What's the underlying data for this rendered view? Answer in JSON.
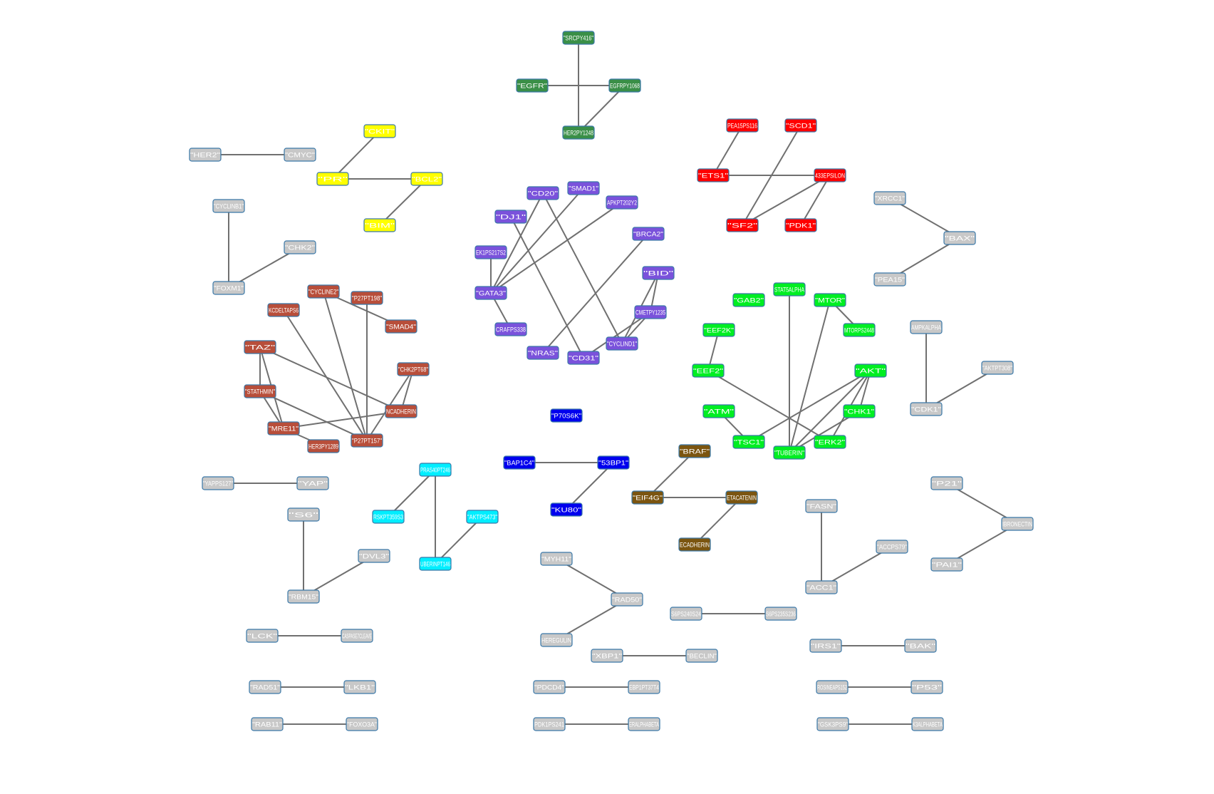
{
  "colors": {
    "green": "#3a8f47",
    "yellow": "#ffff00",
    "red": "#ff0000",
    "purple": "#7a52db",
    "rust": "#b84e3a",
    "lime": "#00ee22",
    "blue": "#0000ee",
    "cyan": "#00eeff",
    "brown": "#7b5510",
    "gray": "#c8c8c8",
    "edge": "#707070",
    "border": "#3a78a8"
  },
  "nodes": [
    {
      "id": "SRCPY416",
      "label": "\"SRCPY416\"",
      "color": "green"
    },
    {
      "id": "EGFR",
      "label": "\"EGFR\"",
      "color": "green"
    },
    {
      "id": "EGFRPY1068",
      "label": "EGFRPY1068",
      "color": "green"
    },
    {
      "id": "HER2PY1248",
      "label": "HER2PY1248",
      "color": "green"
    },
    {
      "id": "CKIT",
      "label": "\"CKIT\"",
      "color": "yellow"
    },
    {
      "id": "PR",
      "label": "\"PR\"",
      "color": "yellow"
    },
    {
      "id": "BCL2",
      "label": "\"BCL2\"",
      "color": "yellow"
    },
    {
      "id": "BIM",
      "label": "\"BIM\"",
      "color": "yellow"
    },
    {
      "id": "PEA15PS116",
      "label": "PEA15PS116",
      "color": "red"
    },
    {
      "id": "SCD1",
      "label": "\"SCD1\"",
      "color": "red"
    },
    {
      "id": "ETS1",
      "label": "\"ETS1\"",
      "color": "red"
    },
    {
      "id": "1433EPSILON",
      "label": "433EPSILON",
      "color": "red"
    },
    {
      "id": "SF2",
      "label": "\"SF2\"",
      "color": "red"
    },
    {
      "id": "PDK1",
      "label": "\"PDK1\"",
      "color": "red"
    },
    {
      "id": "HER2",
      "label": "\"HER2\"",
      "color": "gray"
    },
    {
      "id": "CMYC",
      "label": "\"CMYC\"",
      "color": "gray"
    },
    {
      "id": "CYCLINB1",
      "label": "\"CYCLINB1\"",
      "color": "gray"
    },
    {
      "id": "CHK2",
      "label": "\"CHK2\"",
      "color": "gray"
    },
    {
      "id": "FOXM1",
      "label": "\"FOXM1\"",
      "color": "gray"
    },
    {
      "id": "CD20",
      "label": "\"CD20\"",
      "color": "purple"
    },
    {
      "id": "SMAD1",
      "label": "\"SMAD1\"",
      "color": "purple"
    },
    {
      "id": "DJ1",
      "label": "\"DJ1\"",
      "color": "purple"
    },
    {
      "id": "APKPT202Y204",
      "label": "APKPT202Y2",
      "color": "purple"
    },
    {
      "id": "BRCA2",
      "label": "\"BRCA2\"",
      "color": "purple"
    },
    {
      "id": "MEK1PS217S221",
      "label": "EK1PS217S2",
      "color": "purple"
    },
    {
      "id": "BID",
      "label": "\"BID\"",
      "color": "purple"
    },
    {
      "id": "GATA3",
      "label": "\"GATA3\"",
      "color": "purple"
    },
    {
      "id": "CMETPY1235",
      "label": "CMETPY1235",
      "color": "purple"
    },
    {
      "id": "CRAFPS338",
      "label": "CRAFPS338",
      "color": "purple"
    },
    {
      "id": "CYCLIND1",
      "label": "\"CYCLIND1\"",
      "color": "purple"
    },
    {
      "id": "NRAS",
      "label": "\"NRAS\"",
      "color": "purple"
    },
    {
      "id": "CD31",
      "label": "\"CD31\"",
      "color": "purple"
    },
    {
      "id": "XRCC1",
      "label": "\"XRCC1\"",
      "color": "gray"
    },
    {
      "id": "BAX",
      "label": "\"BAX\"",
      "color": "gray"
    },
    {
      "id": "PEA15",
      "label": "\"PEA15\"",
      "color": "gray"
    },
    {
      "id": "CYCLINE2",
      "label": "\"CYCLINE2\"",
      "color": "rust"
    },
    {
      "id": "P27PT198",
      "label": "\"P27PT198\"",
      "color": "rust"
    },
    {
      "id": "PKCDELTAPS664",
      "label": "KCDELTAPS6",
      "color": "rust"
    },
    {
      "id": "SMAD4",
      "label": "\"SMAD4\"",
      "color": "rust"
    },
    {
      "id": "TAZ",
      "label": "\"TAZ\"",
      "color": "rust"
    },
    {
      "id": "CHK2PT68",
      "label": "\"CHK2PT68\"",
      "color": "rust"
    },
    {
      "id": "STATHMIN",
      "label": "\"STATHMIN\"",
      "color": "rust"
    },
    {
      "id": "NCADHERIN",
      "label": "NCADHERIN",
      "color": "rust"
    },
    {
      "id": "MRE11",
      "label": "\"MRE11\"",
      "color": "rust"
    },
    {
      "id": "HER3PY1289",
      "label": "HER3PY1289",
      "color": "rust"
    },
    {
      "id": "P27PT157",
      "label": "\"P27PT157\"",
      "color": "rust"
    },
    {
      "id": "STAT5ALPHA",
      "label": "STAT5ALPHA",
      "color": "lime"
    },
    {
      "id": "GAB2",
      "label": "\"GAB2\"",
      "color": "lime"
    },
    {
      "id": "MTOR",
      "label": "\"MTOR\"",
      "color": "lime"
    },
    {
      "id": "MTORPS2448",
      "label": "MTORPS2448",
      "color": "lime"
    },
    {
      "id": "EEF2K",
      "label": "\"EEF2K\"",
      "color": "lime"
    },
    {
      "id": "EEF2",
      "label": "\"EEF2\"",
      "color": "lime"
    },
    {
      "id": "AKT",
      "label": "\"AKT\"",
      "color": "lime"
    },
    {
      "id": "ATM",
      "label": "\"ATM\"",
      "color": "lime"
    },
    {
      "id": "CHK1",
      "label": "\"CHK1\"",
      "color": "lime"
    },
    {
      "id": "TSC1",
      "label": "\"TSC1\"",
      "color": "lime"
    },
    {
      "id": "ERK2",
      "label": "\"ERK2\"",
      "color": "lime"
    },
    {
      "id": "TUBERIN",
      "label": "\"TUBERIN\"",
      "color": "lime"
    },
    {
      "id": "AMPKALPHA",
      "label": "AMPKALPHA",
      "color": "gray"
    },
    {
      "id": "AKTPT308",
      "label": "\"AKTPT308\"",
      "color": "gray"
    },
    {
      "id": "CDK1",
      "label": "\"CDK1\"",
      "color": "gray"
    },
    {
      "id": "P70S6K",
      "label": "\"P70S6K\"",
      "color": "blue"
    },
    {
      "id": "BAP1C4",
      "label": "\"BAP1C4\"",
      "color": "blue"
    },
    {
      "id": "53BP1",
      "label": "\"53BP1\"",
      "color": "blue"
    },
    {
      "id": "KU80",
      "label": "\"KU80\"",
      "color": "blue"
    },
    {
      "id": "PRAS40PT246",
      "label": "PRAS40PT246",
      "color": "cyan"
    },
    {
      "id": "P90RSKPT359S363",
      "label": "RSKPT359S3",
      "color": "cyan"
    },
    {
      "id": "AKTPS473",
      "label": "\"AKTPS473\"",
      "color": "cyan"
    },
    {
      "id": "TUBERINPT1462",
      "label": "UBERINPT146",
      "color": "cyan"
    },
    {
      "id": "BRAF",
      "label": "\"BRAF\"",
      "color": "brown"
    },
    {
      "id": "EIF4G",
      "label": "\"EIF4G\"",
      "color": "brown"
    },
    {
      "id": "BETACATENIN",
      "label": "ETACATENIN",
      "color": "brown"
    },
    {
      "id": "ECADHERIN",
      "label": "ECADHERIN",
      "color": "brown"
    },
    {
      "id": "YAPPS127",
      "label": "\"YAPPS127\"",
      "color": "gray"
    },
    {
      "id": "YAP",
      "label": "\"YAP\"",
      "color": "gray"
    },
    {
      "id": "S6",
      "label": "\"S6\"",
      "color": "gray"
    },
    {
      "id": "DVL3",
      "label": "\"DVL3\"",
      "color": "gray"
    },
    {
      "id": "RBM15",
      "label": "\"RBM15\"",
      "color": "gray"
    },
    {
      "id": "P21",
      "label": "\"P21\"",
      "color": "gray"
    },
    {
      "id": "FIBRONECTIN",
      "label": "IBRONECTIN",
      "color": "gray"
    },
    {
      "id": "PAI1",
      "label": "\"PAI1\"",
      "color": "gray"
    },
    {
      "id": "FASN",
      "label": "\"FASN\"",
      "color": "gray"
    },
    {
      "id": "ACCPS79",
      "label": "\"ACCPS79\"",
      "color": "gray"
    },
    {
      "id": "ACC1",
      "label": "\"ACC1\"",
      "color": "gray"
    },
    {
      "id": "MYH11",
      "label": "\"MYH11\"",
      "color": "gray"
    },
    {
      "id": "RAD50",
      "label": "\"RAD50\"",
      "color": "gray"
    },
    {
      "id": "HEREGULIN",
      "label": "HEREGULIN",
      "color": "gray"
    },
    {
      "id": "S6PS240S244",
      "label": "S6PS240S24",
      "color": "gray"
    },
    {
      "id": "S6PS235S236",
      "label": "S6PS235S236",
      "color": "gray"
    },
    {
      "id": "XBP1",
      "label": "\"XBP1\"",
      "color": "gray"
    },
    {
      "id": "BECLIN",
      "label": "\"BECLIN\"",
      "color": "gray"
    },
    {
      "id": "LCK",
      "label": "\"LCK\"",
      "color": "gray"
    },
    {
      "id": "CASPASE7CLEAVED",
      "label": "CASPASE7CLEAVE",
      "color": "gray"
    },
    {
      "id": "IRS1",
      "label": "\"IRS1\"",
      "color": "gray"
    },
    {
      "id": "BAK",
      "label": "\"BAK\"",
      "color": "gray"
    },
    {
      "id": "RAD51",
      "label": "\"RAD51\"",
      "color": "gray"
    },
    {
      "id": "LKB1",
      "label": "\"LKB1\"",
      "color": "gray"
    },
    {
      "id": "PDCD4",
      "label": "\"PDCD4\"",
      "color": "gray"
    },
    {
      "id": "4EBP1PT37T46",
      "label": "EBP1PT37T4",
      "color": "gray"
    },
    {
      "id": "TYROSINEAPS152",
      "label": "ROSINEAPS152",
      "color": "gray"
    },
    {
      "id": "P53",
      "label": "\"P53\"",
      "color": "gray"
    },
    {
      "id": "RAB11",
      "label": "\"RAB11\"",
      "color": "gray"
    },
    {
      "id": "FOXO3A",
      "label": "\"FOXO3A\"",
      "color": "gray"
    },
    {
      "id": "PDK1PS241",
      "label": "PDK1PS241",
      "color": "gray"
    },
    {
      "id": "ERALPHABETA",
      "label": "ERALPHABETA",
      "color": "gray"
    },
    {
      "id": "GSK3PS9",
      "label": "\"GSK3PS9\"",
      "color": "gray"
    },
    {
      "id": "GSK3ALPHABETA",
      "label": "K3ALPHABETA",
      "color": "gray"
    }
  ],
  "edges": [
    [
      "SRCPY416",
      "HER2PY1248"
    ],
    [
      "EGFR",
      "EGFRPY1068"
    ],
    [
      "EGFRPY1068",
      "HER2PY1248"
    ],
    [
      "CKIT",
      "PR"
    ],
    [
      "PR",
      "BCL2"
    ],
    [
      "BCL2",
      "BIM"
    ],
    [
      "PEA15PS116",
      "ETS1"
    ],
    [
      "ETS1",
      "1433EPSILON"
    ],
    [
      "SCD1",
      "SF2"
    ],
    [
      "1433EPSILON",
      "SF2"
    ],
    [
      "1433EPSILON",
      "PDK1"
    ],
    [
      "HER2",
      "CMYC"
    ],
    [
      "CYCLINB1",
      "FOXM1"
    ],
    [
      "CHK2",
      "FOXM1"
    ],
    [
      "CD20",
      "GATA3"
    ],
    [
      "CD20",
      "CYCLIND1"
    ],
    [
      "SMAD1",
      "GATA3"
    ],
    [
      "DJ1",
      "CD31"
    ],
    [
      "APKPT202Y204",
      "GATA3"
    ],
    [
      "MEK1PS217S221",
      "GATA3"
    ],
    [
      "GATA3",
      "CRAFPS338"
    ],
    [
      "BRCA2",
      "NRAS"
    ],
    [
      "BID",
      "CMETPY1235"
    ],
    [
      "BID",
      "CYCLIND1"
    ],
    [
      "CMETPY1235",
      "CD31"
    ],
    [
      "CMETPY1235",
      "CYCLIND1"
    ],
    [
      "XRCC1",
      "BAX"
    ],
    [
      "BAX",
      "PEA15"
    ],
    [
      "PKCDELTAPS664",
      "P27PT157"
    ],
    [
      "CYCLINE2",
      "SMAD4"
    ],
    [
      "CYCLINE2",
      "P27PT157"
    ],
    [
      "P27PT198",
      "P27PT157"
    ],
    [
      "TAZ",
      "STATHMIN"
    ],
    [
      "TAZ",
      "MRE11"
    ],
    [
      "TAZ",
      "NCADHERIN"
    ],
    [
      "STATHMIN",
      "MRE11"
    ],
    [
      "STATHMIN",
      "P27PT157"
    ],
    [
      "MRE11",
      "HER3PY1289"
    ],
    [
      "MRE11",
      "NCADHERIN"
    ],
    [
      "CHK2PT68",
      "NCADHERIN"
    ],
    [
      "CHK2PT68",
      "P27PT157"
    ],
    [
      "STAT5ALPHA",
      "TUBERIN"
    ],
    [
      "MTOR",
      "MTORPS2448"
    ],
    [
      "MTOR",
      "TUBERIN"
    ],
    [
      "EEF2K",
      "EEF2"
    ],
    [
      "EEF2",
      "ERK2"
    ],
    [
      "AKT",
      "TSC1"
    ],
    [
      "AKT",
      "CHK1"
    ],
    [
      "AKT",
      "ERK2"
    ],
    [
      "AKT",
      "TUBERIN"
    ],
    [
      "CHK1",
      "TUBERIN"
    ],
    [
      "ATM",
      "TSC1"
    ],
    [
      "AMPKALPHA",
      "CDK1"
    ],
    [
      "AKTPT308",
      "CDK1"
    ],
    [
      "BAP1C4",
      "53BP1"
    ],
    [
      "53BP1",
      "KU80"
    ],
    [
      "PRAS40PT246",
      "P90RSKPT359S363"
    ],
    [
      "PRAS40PT246",
      "TUBERINPT1462"
    ],
    [
      "AKTPS473",
      "TUBERINPT1462"
    ],
    [
      "BRAF",
      "EIF4G"
    ],
    [
      "EIF4G",
      "BETACATENIN"
    ],
    [
      "BETACATENIN",
      "ECADHERIN"
    ],
    [
      "YAPPS127",
      "YAP"
    ],
    [
      "S6",
      "RBM15"
    ],
    [
      "DVL3",
      "RBM15"
    ],
    [
      "P21",
      "FIBRONECTIN"
    ],
    [
      "FIBRONECTIN",
      "PAI1"
    ],
    [
      "FASN",
      "ACC1"
    ],
    [
      "ACCPS79",
      "ACC1"
    ],
    [
      "MYH11",
      "RAD50"
    ],
    [
      "RAD50",
      "HEREGULIN"
    ],
    [
      "S6PS240S244",
      "S6PS235S236"
    ],
    [
      "XBP1",
      "BECLIN"
    ],
    [
      "LCK",
      "CASPASE7CLEAVED"
    ],
    [
      "IRS1",
      "BAK"
    ],
    [
      "RAD51",
      "LKB1"
    ],
    [
      "PDCD4",
      "4EBP1PT37T46"
    ],
    [
      "TYROSINEAPS152",
      "P53"
    ],
    [
      "RAB11",
      "FOXO3A"
    ],
    [
      "PDK1PS241",
      "ERALPHABETA"
    ],
    [
      "GSK3PS9",
      "GSK3ALPHABETA"
    ]
  ]
}
